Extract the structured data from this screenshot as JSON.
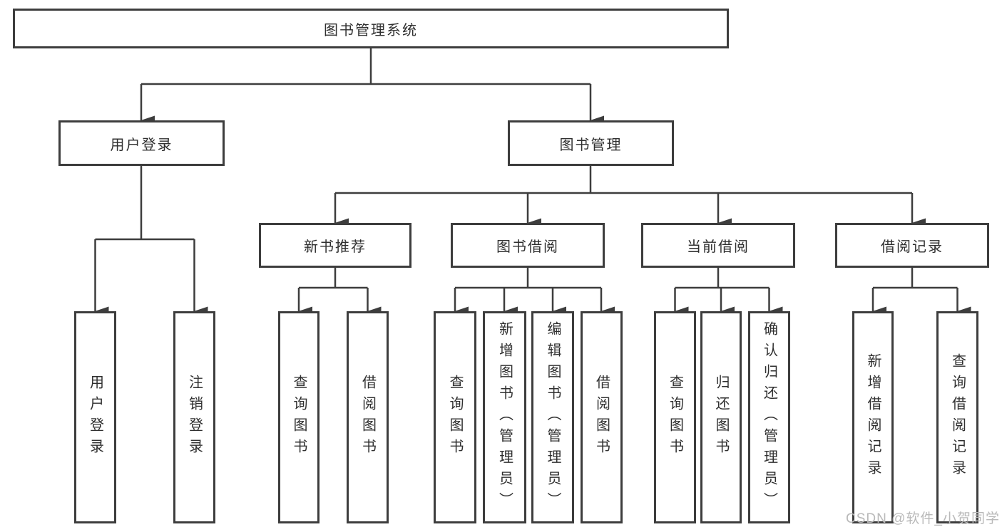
{
  "colors": {
    "line": "#3d3d3d",
    "box_border": "#3d3d3d",
    "box_fill": "#ffffff",
    "text": "#2f2f2f",
    "watermark_text": "#b9b9b9",
    "background": "#ffffff"
  },
  "watermark": {
    "text": "CSDN @软件_小贺同学"
  },
  "tree": {
    "root": {
      "label": "图书管理系统"
    },
    "children": [
      {
        "label": "用户登录",
        "children": [
          {
            "label": "用户登录"
          },
          {
            "label": "注销登录"
          }
        ]
      },
      {
        "label": "图书管理",
        "children": [
          {
            "label": "新书推荐",
            "children": [
              {
                "label": "查询图书"
              },
              {
                "label": "借阅图书"
              }
            ]
          },
          {
            "label": "图书借阅",
            "children": [
              {
                "label": "查询图书"
              },
              {
                "label": "新增图书（管理员）"
              },
              {
                "label": "编辑图书（管理员）"
              },
              {
                "label": "借阅图书"
              }
            ]
          },
          {
            "label": "当前借阅",
            "children": [
              {
                "label": "查询图书"
              },
              {
                "label": "归还图书"
              },
              {
                "label": "确认归还（管理员）"
              }
            ]
          },
          {
            "label": "借阅记录",
            "children": [
              {
                "label": "新增借阅记录"
              },
              {
                "label": "查询借阅记录"
              }
            ]
          }
        ]
      }
    ]
  }
}
